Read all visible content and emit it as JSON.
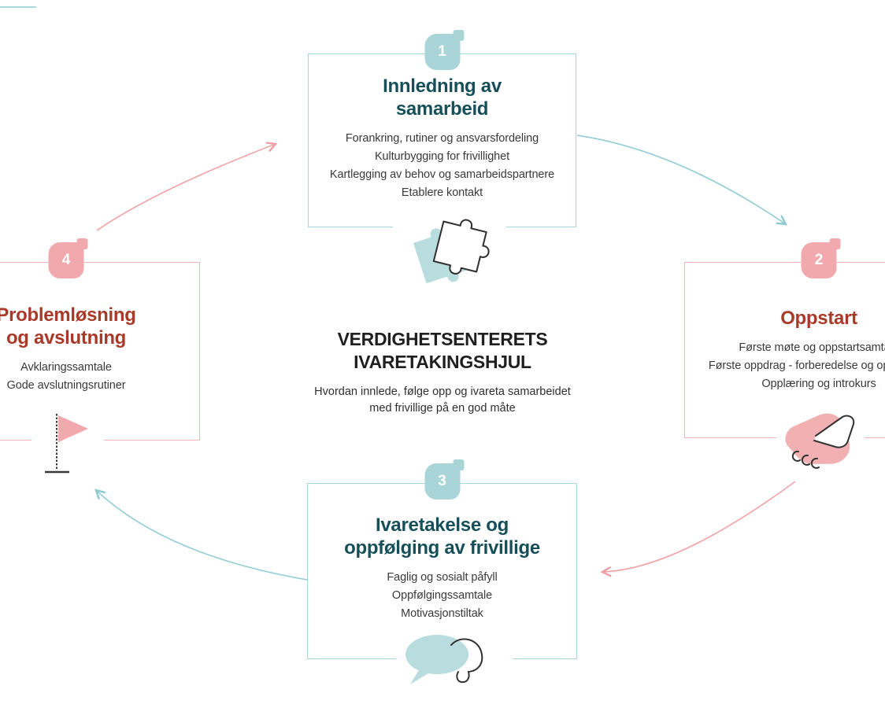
{
  "center": {
    "title_line1": "VERDIGHETSENTERETS",
    "title_line2": "IVARETAKINGSHJUL",
    "subtitle": "Hvordan innlede, følge opp og ivareta samarbeidet med frivillige på en god måte"
  },
  "steps": [
    {
      "number": "1",
      "title_lines": [
        "Innledning av",
        "samarbeid"
      ],
      "items": [
        "Forankring, rutiner og ansvarsfordeling",
        "Kulturbygging for frivillighet",
        "Kartlegging av behov og samarbeidspartnere",
        "Etablere kontakt"
      ],
      "icon": "puzzle-icon",
      "accent": "teal"
    },
    {
      "number": "2",
      "title": "Oppstart",
      "items": [
        "Første møte og oppstartsamtale",
        "Første oppdrag - forberedelse og oppfølging",
        "Opplæring og introkurs"
      ],
      "icon": "handshake-icon",
      "accent": "pink"
    },
    {
      "number": "3",
      "title_lines": [
        "Ivaretakelse og",
        "oppfølging av frivillige"
      ],
      "items": [
        "Faglig og sosialt påfyll",
        "Oppfølgingssamtale",
        "Motivasjonstiltak"
      ],
      "icon": "speech-bubbles-icon",
      "accent": "teal"
    },
    {
      "number": "4",
      "title_lines": [
        "Problemløsning",
        "og avslutning"
      ],
      "items": [
        "Avklaringssamtale",
        "Gode avslutningsrutiner"
      ],
      "icon": "flag-icon",
      "accent": "pink"
    }
  ],
  "cycle": {
    "direction": "clockwise",
    "arrows": [
      {
        "from": "4",
        "to": "1",
        "color": "pink"
      },
      {
        "from": "1",
        "to": "2",
        "color": "teal"
      },
      {
        "from": "2",
        "to": "3",
        "color": "pink"
      },
      {
        "from": "3",
        "to": "4",
        "color": "teal"
      }
    ]
  },
  "colors": {
    "teal_border": "#a9d6db",
    "teal_badge": "#a9d4d8",
    "teal_title": "#174f58",
    "teal_arrow": "#8fcad2",
    "pink_border": "#f3b6b8",
    "pink_badge": "#f2a9ad",
    "pink_title": "#a83a29",
    "pink_arrow": "#ef9fa5",
    "body_text": "#3a3a3a"
  }
}
